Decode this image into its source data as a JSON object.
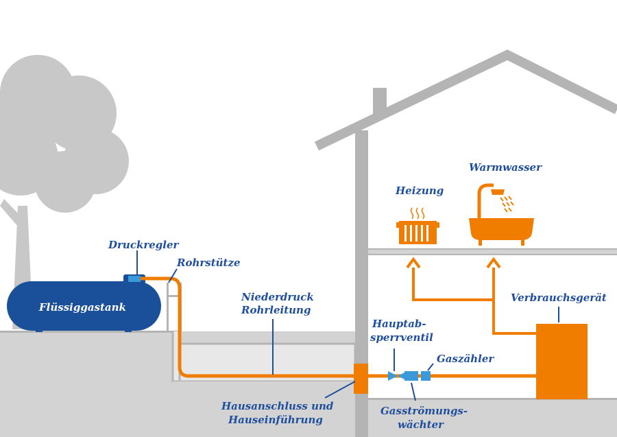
{
  "labels": {
    "druckregler": "Druckregler",
    "rohrstuetze": "Rohrstütze",
    "fluessiggastank": "Flüssiggastank",
    "niederdruck_1": "Niederdruck",
    "niederdruck_2": "Rohrleitung",
    "hausanschluss_1": "Hausanschluss und",
    "hausanschluss_2": "Hauseinführung",
    "hauptab_1": "Hauptab-",
    "hauptab_2": "sperrventil",
    "gaszaehler": "Gaszähler",
    "gasstroemung_1": "Gasströmungs-",
    "gasstroemung_2": "wächter",
    "verbrauchsgeraet": "Verbrauchsgerät",
    "heizung": "Heizung",
    "warmwasser": "Warmwasser"
  },
  "colors": {
    "label_blue": "#1f4f9c",
    "tank_blue": "#1a4f9a",
    "pipe_orange": "#f07d00",
    "gray_fill": "#d3d3d3",
    "gray_tree": "#c8c8c8",
    "gray_wall": "#b4b4b4",
    "component_blue": "#3a9ad9"
  },
  "icons": {
    "heizung": "radiator-icon",
    "warmwasser": "bathtub-shower-icon"
  }
}
